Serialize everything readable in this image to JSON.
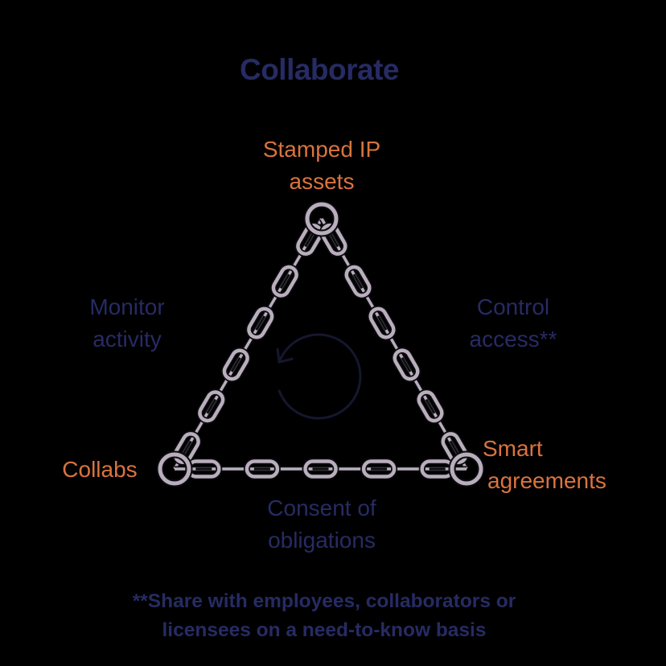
{
  "title": "Collaborate",
  "colors": {
    "background": "#000000",
    "accent_orange": "#d9743d",
    "navy": "#272b63",
    "chain_fill": "#b9aebc",
    "chain_outline": "#0c0c10",
    "cycle_icon": "#15172e"
  },
  "vertices": {
    "top": {
      "line1": "Stamped IP",
      "line2": "assets"
    },
    "left": {
      "line1": "Collabs"
    },
    "right": {
      "line1": "Smart",
      "line2": "agreements"
    }
  },
  "edges": {
    "left": {
      "line1": "Monitor",
      "line2": "activity"
    },
    "right": {
      "line1": "Control",
      "line2": "access**"
    },
    "bottom": {
      "line1": "Consent of",
      "line2": "obligations"
    }
  },
  "center_icon": "cycle-arrow-icon",
  "chain_icon": "chain-link-icon",
  "footnote": {
    "line1": "**Share with employees, collaborators or",
    "line2": "licensees on a need-to-know basis"
  }
}
